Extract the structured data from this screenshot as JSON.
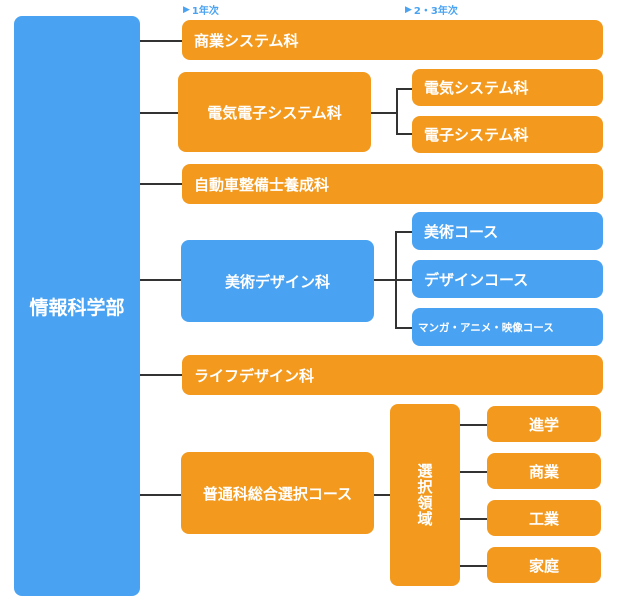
{
  "headers": {
    "first": "1年次",
    "second": "2・3年次",
    "marker": "▶"
  },
  "root": "情報科学部",
  "departments": {
    "commerce": "商業システム科",
    "electronics": "電気電子システム科",
    "electrical": "電気システム科",
    "electronic": "電子システム科",
    "auto": "自動車整備士養成科",
    "art_design": "美術デザイン科",
    "art_course": "美術コース",
    "design_course": "デザインコース",
    "manga_course": "マンガ・アニメ・映像コース",
    "life_design": "ライフデザイン科",
    "general": "普通科総合選択コース",
    "elective_area": "選択領域",
    "area_1": "進学",
    "area_2": "商業",
    "area_3": "工業",
    "area_4": "家庭"
  },
  "colors": {
    "orange": "#F39A1E",
    "blue": "#4AA3F2",
    "line": "#333333"
  }
}
